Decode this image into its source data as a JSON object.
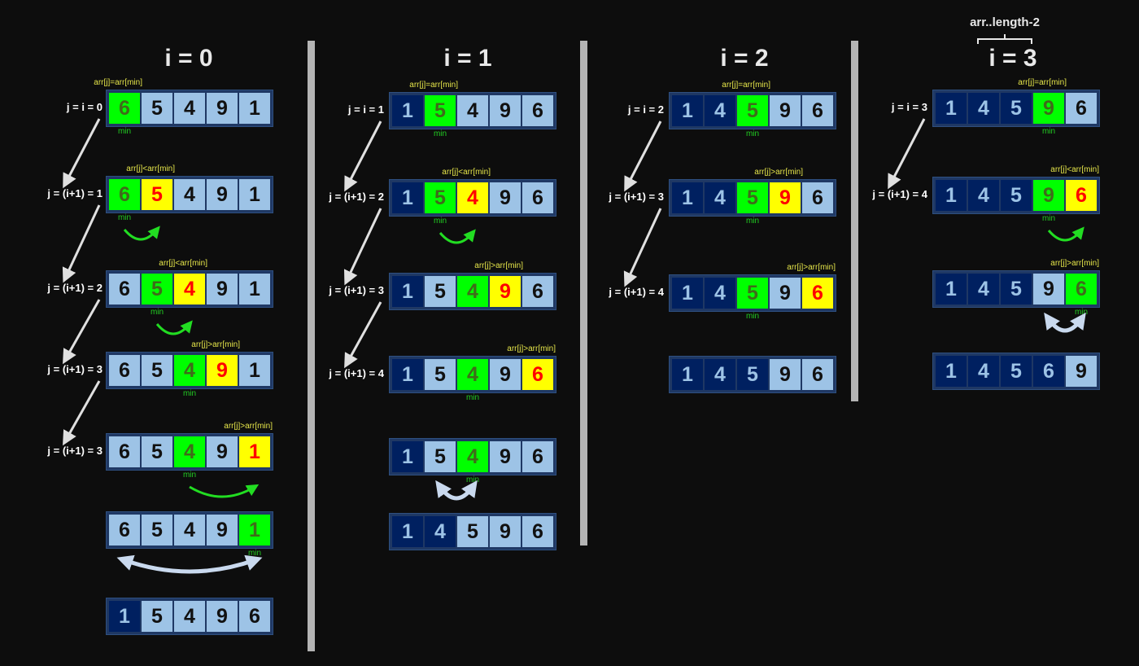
{
  "note": "arr..length-2",
  "columns": [
    {
      "title": "i = 0",
      "rows": [
        {
          "label": "j = i = 0",
          "cond": "arr[j]=arr[min]",
          "j": 0,
          "min": 0,
          "cells": [
            {
              "v": "6",
              "s": "G"
            },
            {
              "v": "5",
              "s": "L"
            },
            {
              "v": "4",
              "s": "L"
            },
            {
              "v": "9",
              "s": "L"
            },
            {
              "v": "1",
              "s": "L"
            }
          ]
        },
        {
          "label": "j = (i+1) = 1",
          "cond": "arr[j]<arr[min]",
          "j": 1,
          "min": 0,
          "arrow": {
            "from": 0,
            "to": 1,
            "kind": "scan"
          },
          "cells": [
            {
              "v": "6",
              "s": "G"
            },
            {
              "v": "5",
              "s": "Y"
            },
            {
              "v": "4",
              "s": "L"
            },
            {
              "v": "9",
              "s": "L"
            },
            {
              "v": "1",
              "s": "L"
            }
          ]
        },
        {
          "label": "j = (i+1) = 2",
          "cond": "arr[j]<arr[min]",
          "j": 2,
          "min": 1,
          "arrow": {
            "from": 1,
            "to": 2,
            "kind": "scan"
          },
          "cells": [
            {
              "v": "6",
              "s": "L"
            },
            {
              "v": "5",
              "s": "G"
            },
            {
              "v": "4",
              "s": "Y"
            },
            {
              "v": "9",
              "s": "L"
            },
            {
              "v": "1",
              "s": "L"
            }
          ]
        },
        {
          "label": "j = (i+1) = 3",
          "cond": "arr[j]>arr[min]",
          "j": 3,
          "min": 2,
          "cells": [
            {
              "v": "6",
              "s": "L"
            },
            {
              "v": "5",
              "s": "L"
            },
            {
              "v": "4",
              "s": "G"
            },
            {
              "v": "9",
              "s": "Y"
            },
            {
              "v": "1",
              "s": "L"
            }
          ]
        },
        {
          "label": "j = (i+1) = 3",
          "cond": "arr[j]>arr[min]",
          "j": 4,
          "min": 2,
          "arrow": {
            "from": 2,
            "to": 4,
            "kind": "scan"
          },
          "cells": [
            {
              "v": "6",
              "s": "L"
            },
            {
              "v": "5",
              "s": "L"
            },
            {
              "v": "4",
              "s": "G"
            },
            {
              "v": "9",
              "s": "L"
            },
            {
              "v": "1",
              "s": "Y"
            }
          ]
        },
        {
          "min": 4,
          "arrow": {
            "from": 0,
            "to": 4,
            "kind": "swap"
          },
          "cells": [
            {
              "v": "6",
              "s": "L"
            },
            {
              "v": "5",
              "s": "L"
            },
            {
              "v": "4",
              "s": "L"
            },
            {
              "v": "9",
              "s": "L"
            },
            {
              "v": "1",
              "s": "G"
            }
          ]
        },
        {
          "cells": [
            {
              "v": "1",
              "s": "D"
            },
            {
              "v": "5",
              "s": "L"
            },
            {
              "v": "4",
              "s": "L"
            },
            {
              "v": "9",
              "s": "L"
            },
            {
              "v": "6",
              "s": "L"
            }
          ]
        }
      ]
    },
    {
      "title": "i = 1",
      "rows": [
        {
          "label": "j = i = 1",
          "cond": "arr[j]=arr[min]",
          "j": 1,
          "min": 1,
          "cells": [
            {
              "v": "1",
              "s": "D"
            },
            {
              "v": "5",
              "s": "G"
            },
            {
              "v": "4",
              "s": "L"
            },
            {
              "v": "9",
              "s": "L"
            },
            {
              "v": "6",
              "s": "L"
            }
          ]
        },
        {
          "label": "j = (i+1) = 2",
          "cond": "arr[j]<arr[min]",
          "j": 2,
          "min": 1,
          "arrow": {
            "from": 1,
            "to": 2,
            "kind": "scan"
          },
          "cells": [
            {
              "v": "1",
              "s": "D"
            },
            {
              "v": "5",
              "s": "G"
            },
            {
              "v": "4",
              "s": "Y"
            },
            {
              "v": "9",
              "s": "L"
            },
            {
              "v": "6",
              "s": "L"
            }
          ]
        },
        {
          "label": "j = (i+1) = 3",
          "cond": "arr[j]>arr[min]",
          "j": 3,
          "cells": [
            {
              "v": "1",
              "s": "D"
            },
            {
              "v": "5",
              "s": "L"
            },
            {
              "v": "4",
              "s": "G"
            },
            {
              "v": "9",
              "s": "Y"
            },
            {
              "v": "6",
              "s": "L"
            }
          ]
        },
        {
          "label": "j = (i+1) = 4",
          "cond": "arr[j]>arr[min]",
          "j": 4,
          "min": 2,
          "cells": [
            {
              "v": "1",
              "s": "D"
            },
            {
              "v": "5",
              "s": "L"
            },
            {
              "v": "4",
              "s": "G"
            },
            {
              "v": "9",
              "s": "L"
            },
            {
              "v": "6",
              "s": "Y"
            }
          ]
        },
        {
          "min": 2,
          "arrow": {
            "from": 1,
            "to": 2,
            "kind": "swap"
          },
          "cells": [
            {
              "v": "1",
              "s": "D"
            },
            {
              "v": "5",
              "s": "L"
            },
            {
              "v": "4",
              "s": "G"
            },
            {
              "v": "9",
              "s": "L"
            },
            {
              "v": "6",
              "s": "L"
            }
          ]
        },
        {
          "cells": [
            {
              "v": "1",
              "s": "D"
            },
            {
              "v": "4",
              "s": "D"
            },
            {
              "v": "5",
              "s": "L"
            },
            {
              "v": "9",
              "s": "L"
            },
            {
              "v": "6",
              "s": "L"
            }
          ]
        }
      ]
    },
    {
      "title": "i = 2",
      "rows": [
        {
          "label": "j = i = 2",
          "cond": "arr[j]=arr[min]",
          "j": 2,
          "min": 2,
          "cells": [
            {
              "v": "1",
              "s": "D"
            },
            {
              "v": "4",
              "s": "D"
            },
            {
              "v": "5",
              "s": "G"
            },
            {
              "v": "9",
              "s": "L"
            },
            {
              "v": "6",
              "s": "L"
            }
          ]
        },
        {
          "label": "j = (i+1) = 3",
          "cond": "arr[j]>arr[min]",
          "j": 3,
          "min": 2,
          "cells": [
            {
              "v": "1",
              "s": "D"
            },
            {
              "v": "4",
              "s": "D"
            },
            {
              "v": "5",
              "s": "G"
            },
            {
              "v": "9",
              "s": "Y"
            },
            {
              "v": "6",
              "s": "L"
            }
          ]
        },
        {
          "label": "j = (i+1) = 4",
          "cond": "arr[j]>arr[min]",
          "j": 4,
          "min": 2,
          "cells": [
            {
              "v": "1",
              "s": "D"
            },
            {
              "v": "4",
              "s": "D"
            },
            {
              "v": "5",
              "s": "G"
            },
            {
              "v": "9",
              "s": "L"
            },
            {
              "v": "6",
              "s": "Y"
            }
          ]
        },
        {
          "cells": [
            {
              "v": "1",
              "s": "D"
            },
            {
              "v": "4",
              "s": "D"
            },
            {
              "v": "5",
              "s": "D"
            },
            {
              "v": "9",
              "s": "L"
            },
            {
              "v": "6",
              "s": "L"
            }
          ]
        }
      ]
    },
    {
      "title": "i = 3",
      "rows": [
        {
          "label": "j = i = 3",
          "cond": "arr[j]=arr[min]",
          "j": 3,
          "min": 3,
          "cells": [
            {
              "v": "1",
              "s": "D"
            },
            {
              "v": "4",
              "s": "D"
            },
            {
              "v": "5",
              "s": "D"
            },
            {
              "v": "9",
              "s": "G"
            },
            {
              "v": "6",
              "s": "L"
            }
          ]
        },
        {
          "label": "j = (i+1) = 4",
          "cond": "arr[j]<arr[min]",
          "j": 4,
          "min": 3,
          "arrow": {
            "from": 3,
            "to": 4,
            "kind": "scan"
          },
          "cells": [
            {
              "v": "1",
              "s": "D"
            },
            {
              "v": "4",
              "s": "D"
            },
            {
              "v": "5",
              "s": "D"
            },
            {
              "v": "9",
              "s": "G"
            },
            {
              "v": "6",
              "s": "Y"
            }
          ]
        },
        {
          "cond": "arr[j]>arr[min]",
          "j": 4,
          "min": 4,
          "arrow": {
            "from": 3,
            "to": 4,
            "kind": "swap"
          },
          "cells": [
            {
              "v": "1",
              "s": "D"
            },
            {
              "v": "4",
              "s": "D"
            },
            {
              "v": "5",
              "s": "D"
            },
            {
              "v": "9",
              "s": "L"
            },
            {
              "v": "6",
              "s": "G"
            }
          ]
        },
        {
          "cells": [
            {
              "v": "1",
              "s": "D"
            },
            {
              "v": "4",
              "s": "D"
            },
            {
              "v": "5",
              "s": "D"
            },
            {
              "v": "6",
              "s": "D"
            },
            {
              "v": "9",
              "s": "L"
            }
          ]
        }
      ]
    }
  ],
  "colors": {
    "green": "#00ff00",
    "yellow": "#ffff00",
    "light": "#9dc3e6",
    "dark": "#002060",
    "scanArrow": "#22dd22",
    "swapArrow": "#c9d9ee"
  }
}
